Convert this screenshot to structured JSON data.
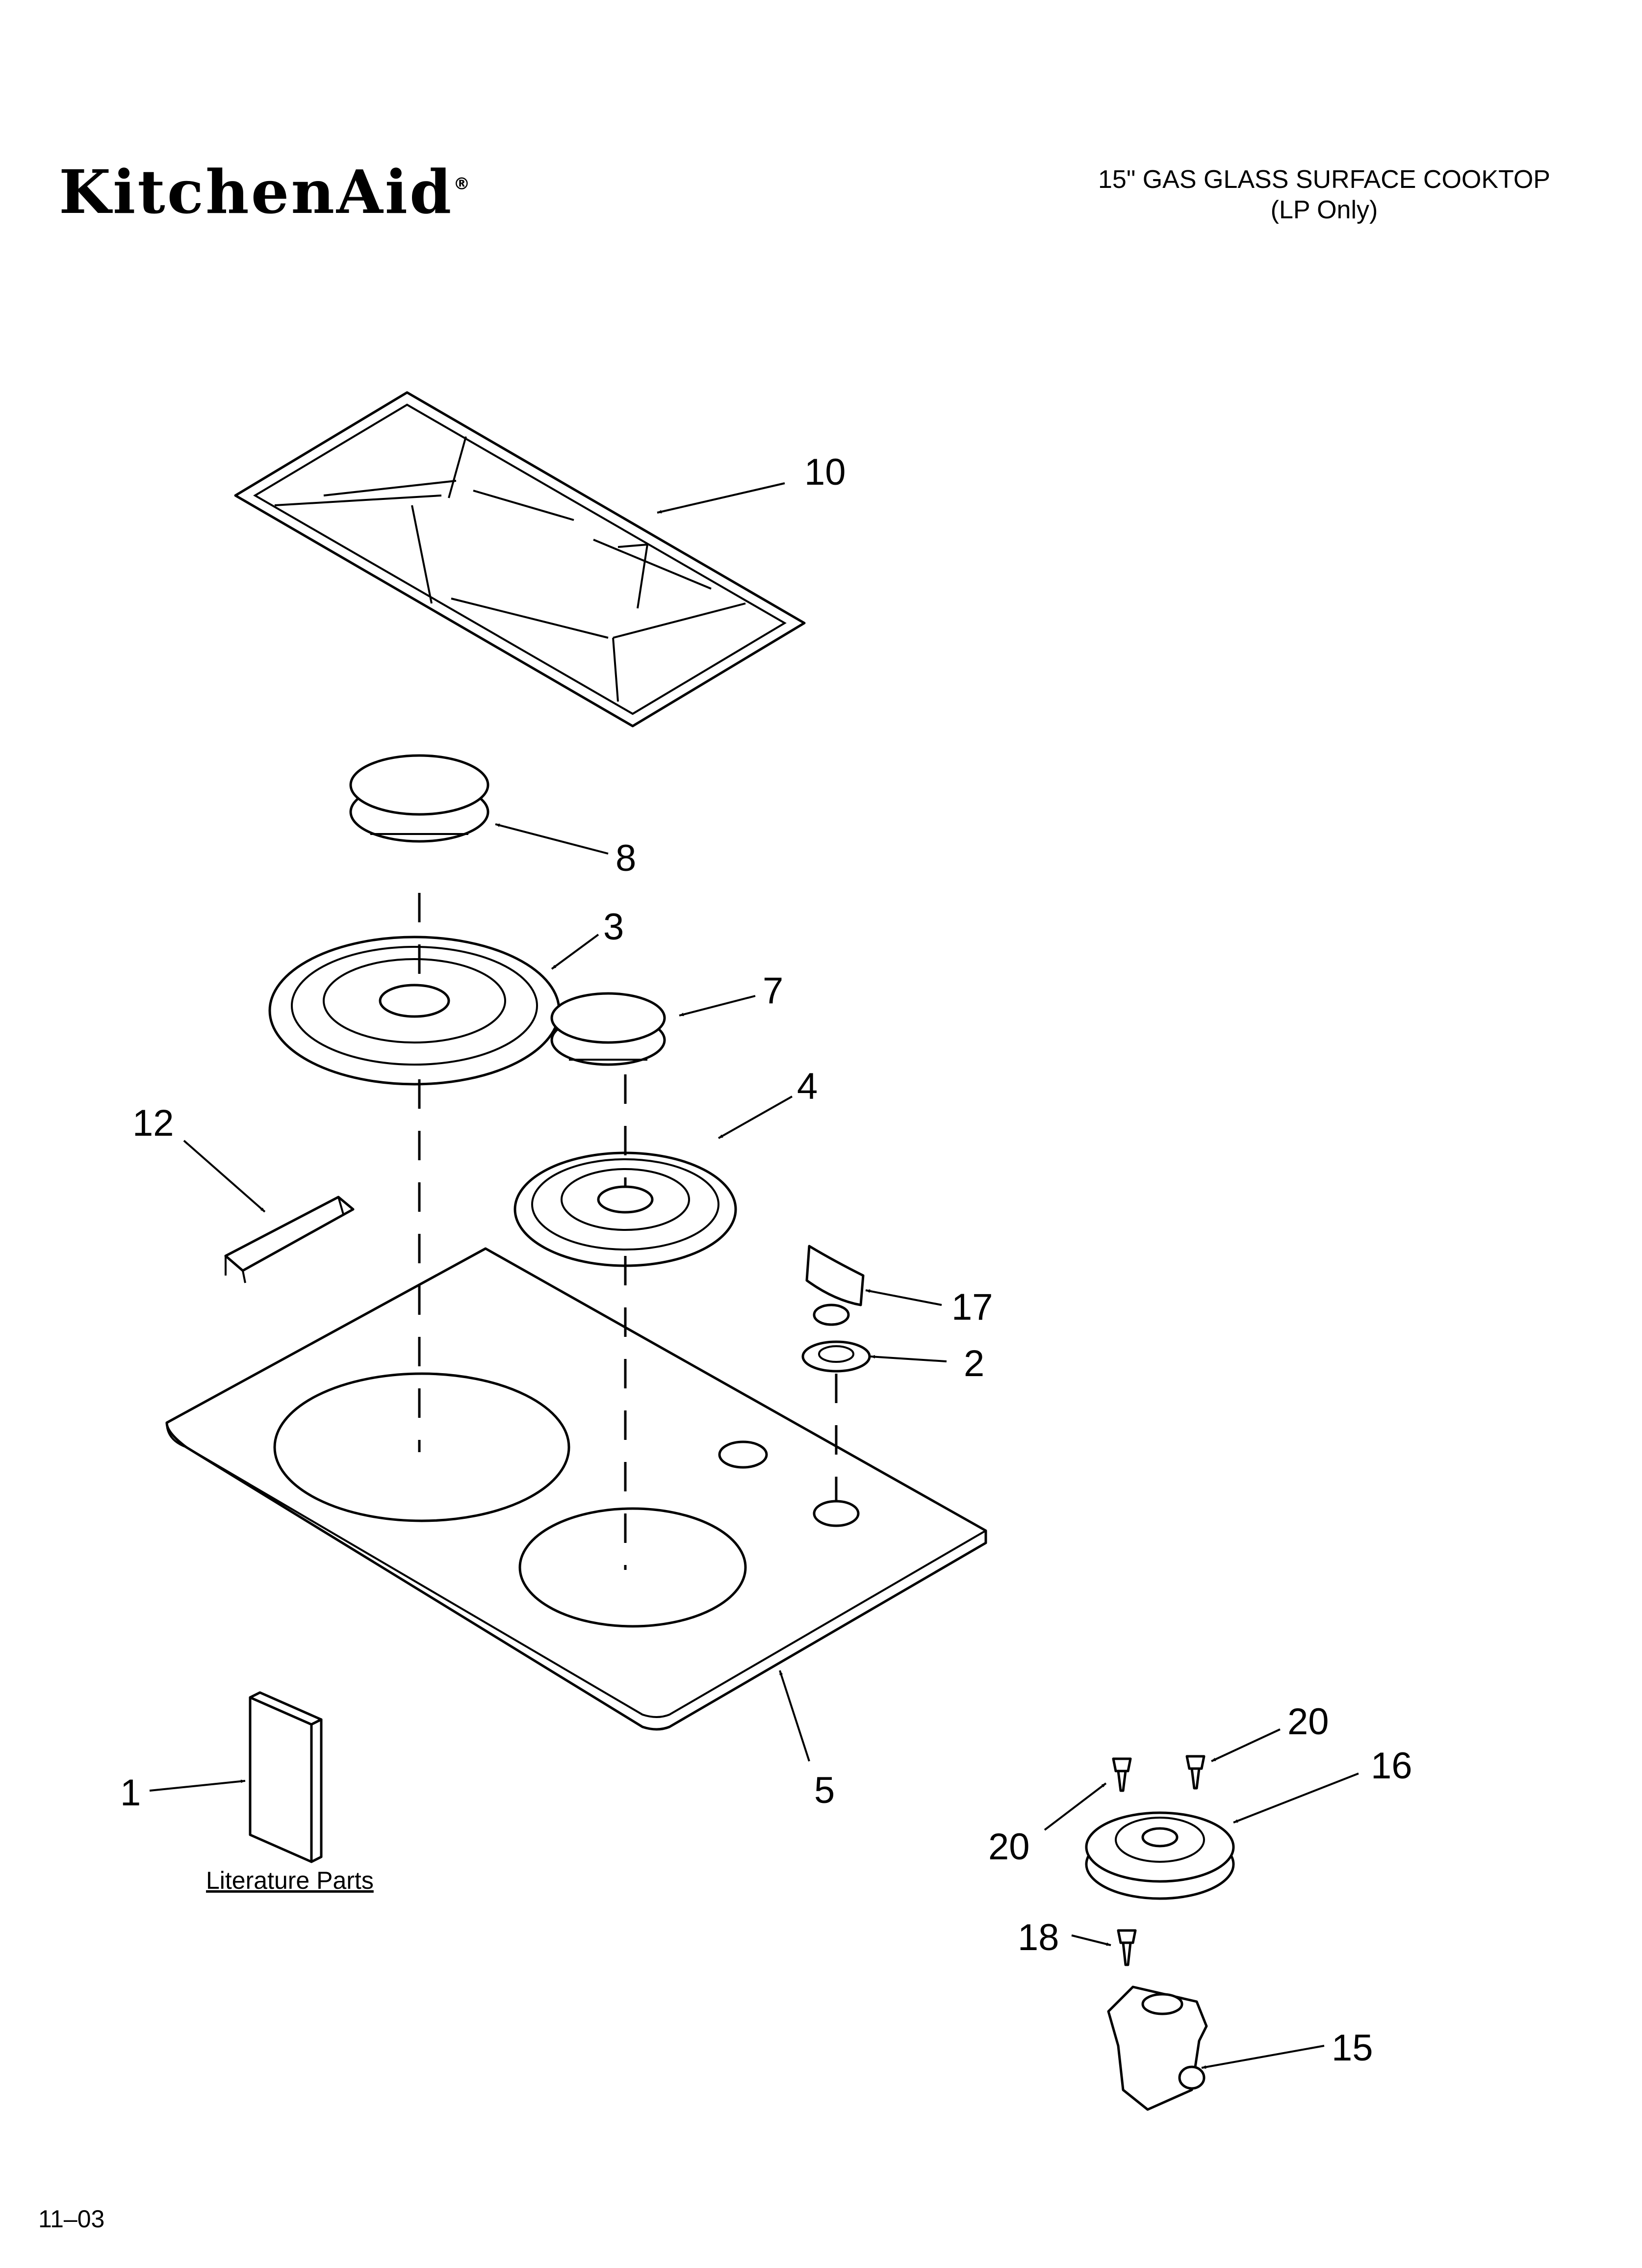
{
  "header": {
    "brand": "KitchenAid",
    "brand_mark": "®",
    "title_line1": "15\" GAS GLASS SURFACE COOKTOP",
    "title_line2": "(LP Only)"
  },
  "callouts": [
    "10",
    "8",
    "3",
    "7",
    "12",
    "4",
    "17",
    "2",
    "1",
    "5",
    "20",
    "16",
    "20",
    "18",
    "15"
  ],
  "literature_label": "Literature Parts",
  "footer": {
    "date_code": "11–03"
  }
}
